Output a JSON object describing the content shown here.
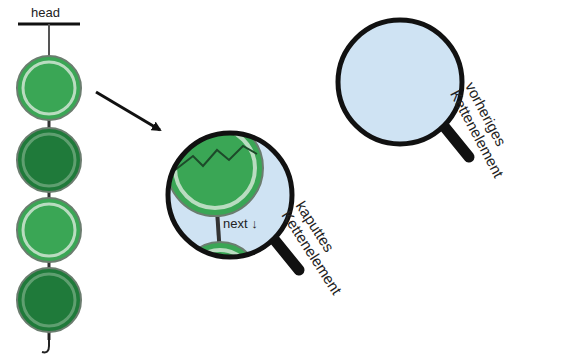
{
  "diagram": {
    "nodes": [
      {
        "text": [
          "next ↓",
          "kaputtes Kettenelement"
        ]
      },
      {
        "text": [
          "vorheriges Kettenelement"
        ]
      }
    ],
    "labels": [
      "head"
    ]
  }
}
